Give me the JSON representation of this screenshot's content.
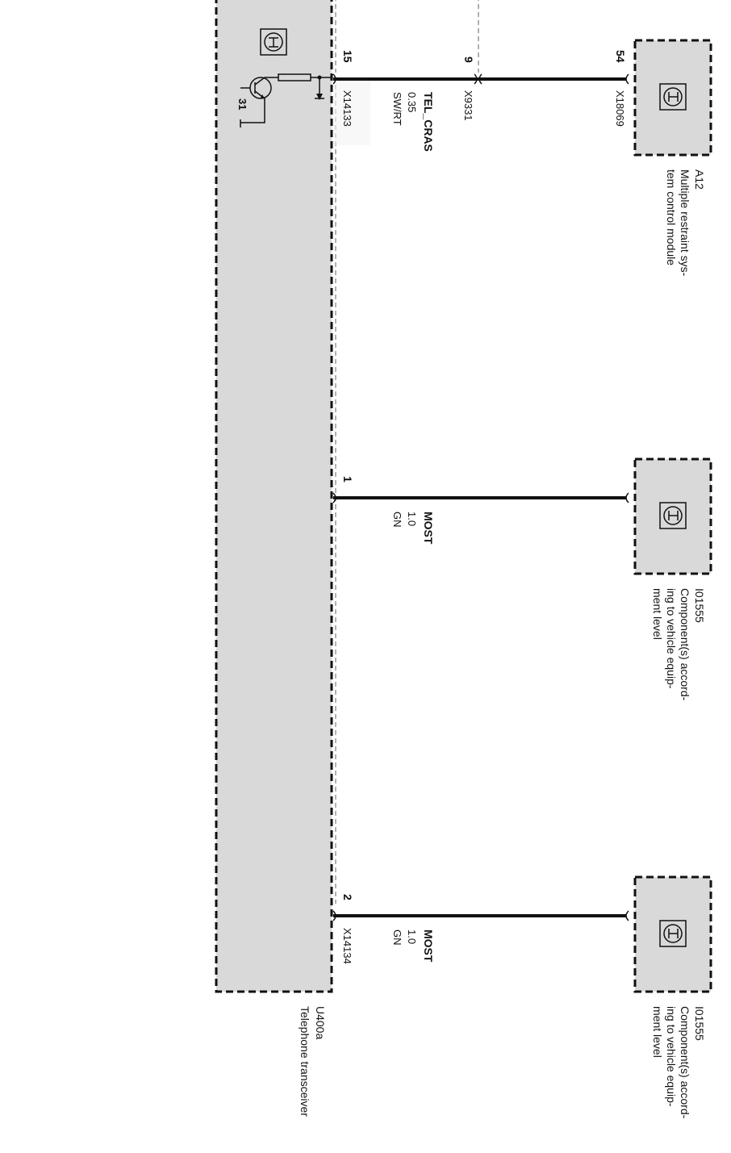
{
  "modules": {
    "transceiver": {
      "id": "U400a",
      "name": "Telephone transceiver",
      "ground_pin": "31"
    },
    "restraint": {
      "id": "A12",
      "name_lines": [
        "Multiple restraint sys-",
        "tem control module"
      ]
    },
    "component_1": {
      "id": "I01555",
      "name_lines": [
        "Component(s) accord-",
        "ing to vehicle equip-",
        "ment level"
      ]
    },
    "component_2": {
      "id": "I01555",
      "name_lines": [
        "Component(s) accord-",
        "ing to vehicle equip-",
        "ment level"
      ]
    }
  },
  "wires": [
    {
      "pin_left": "15",
      "connector_left": "X14133",
      "signal": "TEL_CRAS",
      "gauge": "0.35",
      "color": "SW/RT",
      "mid_pin": "9",
      "mid_connector": "X9331",
      "pin_right": "54",
      "connector_right": "X18069"
    },
    {
      "pin_left": "1",
      "signal": "MOST",
      "gauge": "1.0",
      "color": "GN"
    },
    {
      "pin_left": "2",
      "connector_left": "X14134",
      "signal": "MOST",
      "gauge": "1.0",
      "color": "GN"
    }
  ]
}
